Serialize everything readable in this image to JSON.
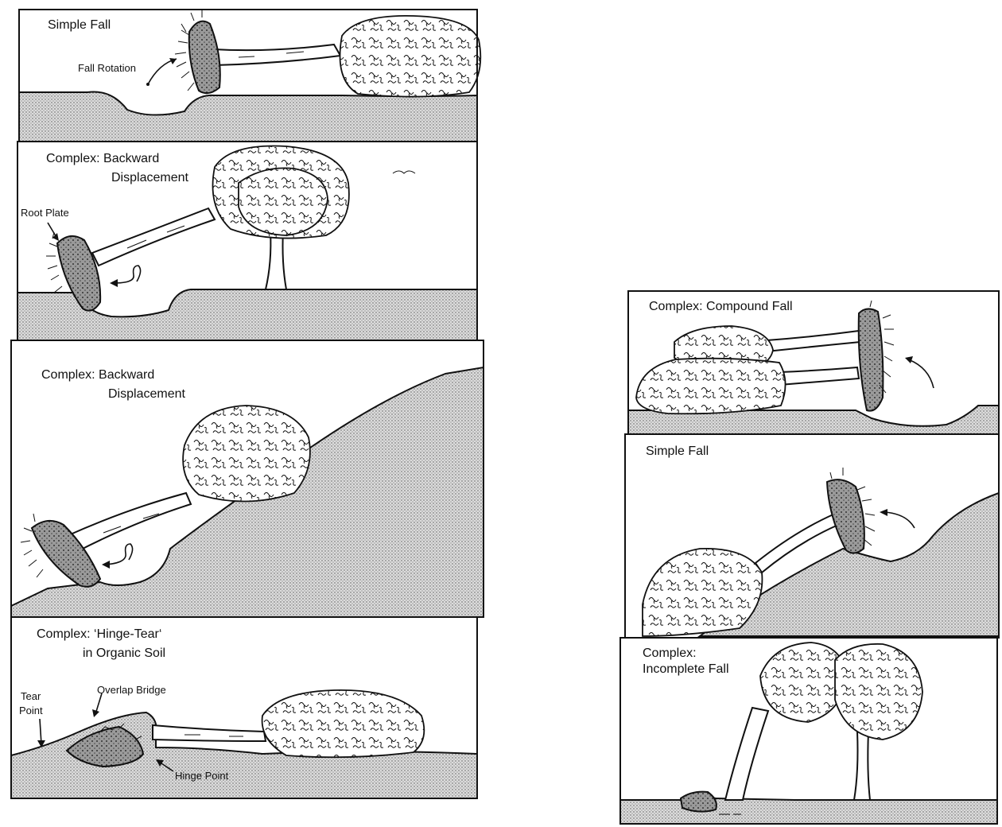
{
  "left_column": {
    "panel1": {
      "title": "Simple Fall",
      "label": "Fall Rotation"
    },
    "panel2": {
      "title_line1": "Complex: Backward",
      "title_line2": "Displacement",
      "label": "Root Plate"
    },
    "panel3": {
      "title_line1": "Complex: Backward",
      "title_line2": "Displacement"
    },
    "panel4": {
      "title_line1": "Complex: ‘Hinge-Tear‘",
      "title_line2": "in Organic Soil",
      "tear_line1": "Tear",
      "tear_line2": "Point",
      "overlap": "Overlap Bridge",
      "hinge": "Hinge Point"
    }
  },
  "right_column": {
    "panel1": {
      "title": "Complex: Compound Fall"
    },
    "panel2": {
      "title": "Simple Fall"
    },
    "panel3": {
      "title_line1": "Complex:",
      "title_line2": "Incomplete Fall"
    }
  }
}
